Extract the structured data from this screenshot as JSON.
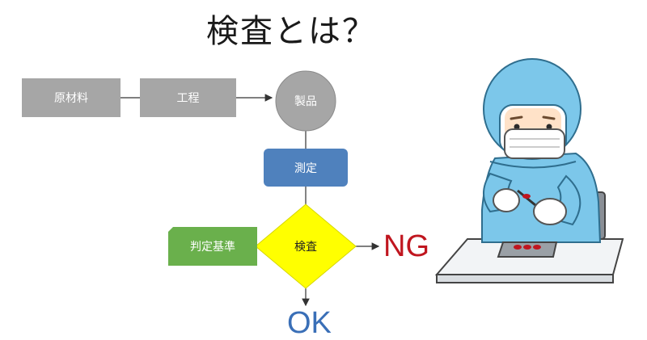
{
  "title": "検査とは？",
  "flow": {
    "raw_material": "原材料",
    "process": "工程",
    "product": "製品",
    "measurement": "測定",
    "inspection": "検査",
    "criteria": "判定基準",
    "ng": "NG",
    "ok": "OK"
  },
  "colors": {
    "gray_box": "#a6a6a6",
    "product_circle": "#a6a6a6",
    "measurement_box": "#4f81bd",
    "inspection_diamond": "#ffff00",
    "criteria_box": "#6ab04c",
    "ng_text": "#c0161f",
    "ok_text": "#3a6fb7",
    "arrow": "#333333"
  },
  "illustration": {
    "subject": "inspector-in-clean-suit-icon",
    "suit_color": "#7cc7ea"
  }
}
